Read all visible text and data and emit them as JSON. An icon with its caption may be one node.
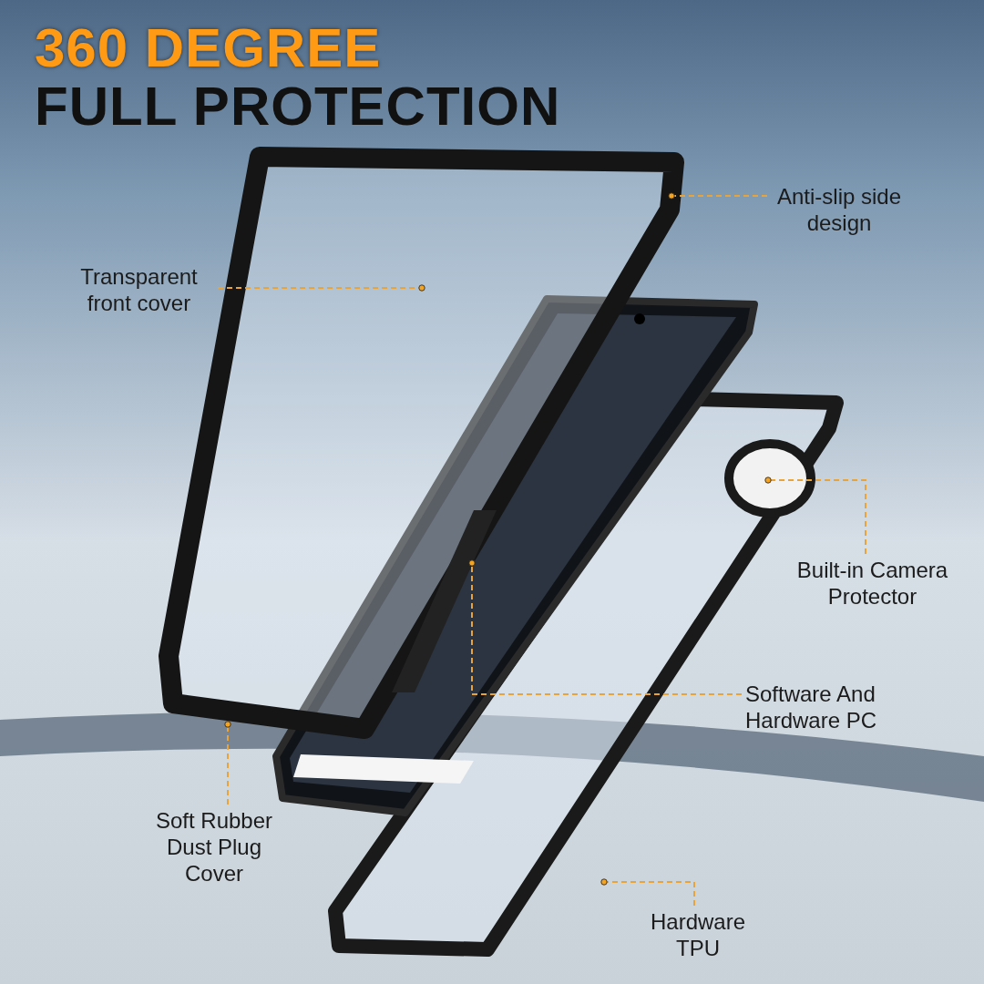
{
  "diagram": {
    "nodes": [
      {
        "text": [
          "Transparent front cover"
        ]
      },
      {
        "text": [
          "Anti-slip side design"
        ]
      },
      {
        "text": [
          "Built-in Camera Protector"
        ]
      },
      {
        "text": [
          "Software And Hardware PC"
        ]
      },
      {
        "text": [
          "Soft Rubber Dust Plug Cover"
        ]
      },
      {
        "text": [
          "Hardware TPU"
        ]
      }
    ],
    "edges": [
      {
        "from": 0,
        "to": null,
        "arrow": "other",
        "style": "dashed"
      },
      {
        "from": 1,
        "to": null,
        "arrow": "other",
        "style": "dashed"
      },
      {
        "from": 2,
        "to": null,
        "arrow": "other",
        "style": "dashed"
      },
      {
        "from": 3,
        "to": null,
        "arrow": "other",
        "style": "dashed"
      },
      {
        "from": 4,
        "to": null,
        "arrow": "other",
        "style": "dashed"
      },
      {
        "from": 5,
        "to": null,
        "arrow": "other",
        "style": "dashed"
      }
    ],
    "labels": [
      "360 DEGREE",
      "FULL PROTECTION"
    ]
  }
}
